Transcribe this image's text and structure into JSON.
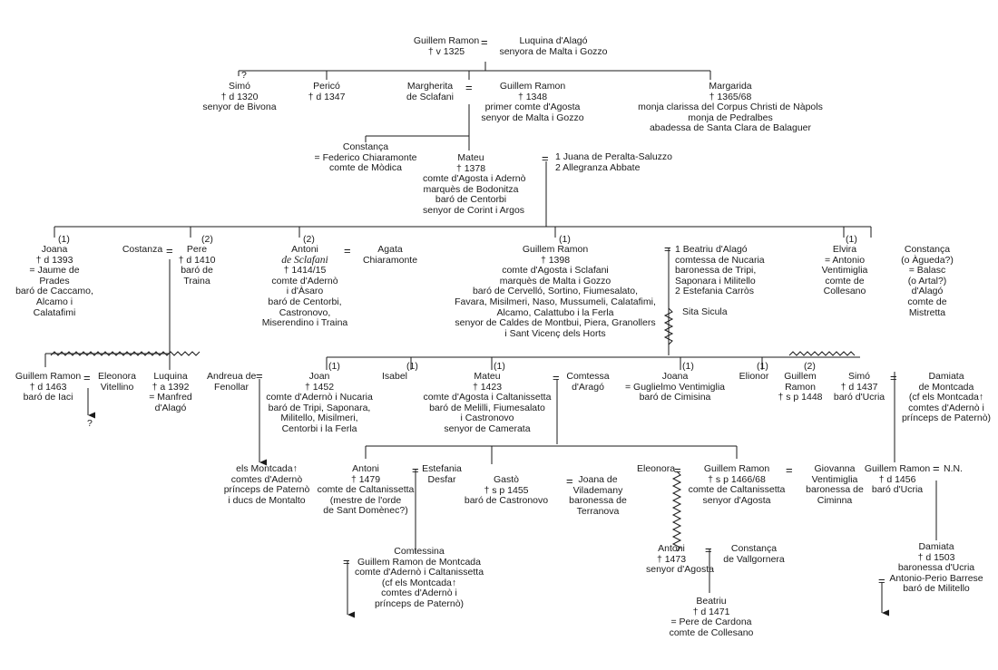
{
  "marks": {
    "question": "?",
    "m1": "(1)",
    "m2": "(2)"
  },
  "people": {
    "root_father": {
      "name": "Guillem Ramon",
      "d": "† v 1325"
    },
    "root_mother": {
      "name": "Luquina d'Alagó",
      "t1": "senyora de Malta i Gozzo"
    },
    "simo": {
      "name": "Simó",
      "d": "† d 1320",
      "t1": "senyor de Bivona"
    },
    "perico": {
      "name": "Pericó",
      "d": "† d 1347"
    },
    "margherita": {
      "name": "Margherita",
      "t1": "de Sclafani"
    },
    "guillem1348": {
      "name": "Guillem Ramon",
      "d": "† 1348",
      "t1": "primer comte d'Agosta",
      "t2": "senyor de Malta i Gozzo"
    },
    "margarida": {
      "name": "Margarida",
      "d": "† 1365/68",
      "t1": "monja clarissa del Corpus Christi de Nàpols",
      "t2": "monja de Pedralbes",
      "t3": "abadessa de Santa Clara de Balaguer"
    },
    "constanca1": {
      "name": "Constança",
      "t1": "= Federico Chiaramonte",
      "t2": "comte de Mòdica"
    },
    "mateu1378": {
      "name": "Mateu",
      "d": "† 1378",
      "t1": "comte d'Agosta i Adernò",
      "t2": "marquès de Bodonitza",
      "t3": "baró de Centorbi",
      "t4": "senyor de Corint i Argos",
      "spouse1": "1 Juana de Peralta-Saluzzo",
      "spouse2": "2 Allegranza Abbate"
    },
    "joana1393": {
      "name": "Joana",
      "d": "† d 1393",
      "t1": "= Jaume de",
      "t2": "Prades",
      "t3": "baró de Caccamo,",
      "t4": "Alcamo i",
      "t5": "Calatafimi"
    },
    "costanza": {
      "name": "Costanza"
    },
    "pere": {
      "name": "Pere",
      "d": "† d 1410",
      "t1": "baró de",
      "t2": "Traina"
    },
    "antoni1414": {
      "name": "Antoni",
      "surname": "de Sclafani",
      "d": "† 1414/15",
      "t1": "comte d'Adernò",
      "t2": "i d'Àsaro",
      "t3": "baró de Centorbi,",
      "t4": "Castronovo,",
      "t5": "Miserendino i Traina"
    },
    "agata": {
      "name": "Agata",
      "t1": "Chiaramonte"
    },
    "guillem1398": {
      "name": "Guillem Ramon",
      "d": "† 1398",
      "t1": "comte d'Agosta i Sclafani",
      "t2": "marquès de Malta i Gozzo",
      "t3": "baró de Cervelló, Sortino, Fiumesalato,",
      "t4": "Favara, Misilmeri, Naso, Mussumeli, Calatafimi,",
      "t5": "Alcamo, Calattubo i la Ferla",
      "t6": "senyor de Caldes de Montbui, Piera, Granollers",
      "t7": "i Sant Vicenç dels Horts",
      "spouse1": "1 Beatriu d'Alagó",
      "spouse1_t1": "comtessa de Nucaria",
      "spouse1_t2": "baronessa de Tripi,",
      "spouse1_t3": "Saponara i Militello",
      "spouse2": "2 Estefania Carròs"
    },
    "sita": {
      "name": "Sita Sicula"
    },
    "elvira": {
      "name": "Elvira",
      "t1": "= Antonio",
      "t2": "Ventimiglia",
      "t3": "comte de",
      "t4": "Collesano"
    },
    "constanca2": {
      "name": "Constança",
      "t1": "(o Àgueda?)",
      "t2": "= Balasc",
      "t3": "(o Artal?)",
      "t4": "d'Alagó",
      "t5": "comte de",
      "t6": "Mistretta"
    },
    "guillem1463": {
      "name": "Guillem Ramon",
      "d": "† d 1463",
      "t1": "baró de Iaci"
    },
    "eleonora1": {
      "name": "Eleonora",
      "t1": "Vitellino"
    },
    "luquina": {
      "name": "Luquina",
      "d": "† a 1392",
      "t1": "= Manfred",
      "t2": "d'Alagó"
    },
    "andreua": {
      "name": "Andreua de",
      "t1": "Fenollar"
    },
    "joan": {
      "name": "Joan",
      "d": "† 1452",
      "t1": "comte d'Adernò i Nucaria",
      "t2": "baró de Tripi, Saponara,",
      "t3": "Militello, Misilmeri,",
      "t4": "Centorbi i la Ferla"
    },
    "isabel": {
      "name": "Isabel"
    },
    "mateu1423": {
      "name": "Mateu",
      "d": "† 1423",
      "t1": "comte d'Agosta i Caltanissetta",
      "t2": "baró de Melilli, Fiumesalato",
      "t3": "i Castronovo",
      "t4": "senyor de Camerata"
    },
    "comtessa": {
      "name": "Comtessa",
      "t1": "d'Aragó"
    },
    "joana2": {
      "name": "Joana",
      "t1": "= Guglielmo Ventimiglia",
      "t2": "baró de Cimisina"
    },
    "elionor": {
      "name": "Elionor"
    },
    "guillem1448": {
      "name": "Guillem",
      "t1": "Ramon",
      "t2": "† s p 1448"
    },
    "simo1437": {
      "name": "Simó",
      "d": "† d 1437",
      "t1": "baró d'Ucria"
    },
    "damiata1": {
      "name": "Damiata",
      "t1": "de Montcada",
      "t2": "(cf els Montcada↑",
      "t3": "comtes d'Adernò i",
      "t4": "prínceps de Paternò)"
    },
    "montcada1": {
      "t1": "els Montcada↑",
      "t2": "comtes d'Adernò",
      "t3": "prínceps de Paternò",
      "t4": "i ducs de Montalto"
    },
    "antoni1479": {
      "name": "Antoni",
      "d": "† 1479",
      "t1": "comte de Caltanissetta",
      "t2": "(mestre de l'orde",
      "t3": "de Sant Domènec?)"
    },
    "estefania": {
      "name": "Estefania",
      "t1": "Desfar"
    },
    "gasto": {
      "name": "Gastò",
      "t1": "† s p 1455",
      "t2": "baró de Castronovo"
    },
    "joana3": {
      "name": "Joana de",
      "t1": "Vilademany",
      "t2": "baronessa de",
      "t3": "Terranova"
    },
    "eleonora2": {
      "name": "Eleonora"
    },
    "guillem1466": {
      "name": "Guillem Ramon",
      "t1": "† s p 1466/68",
      "t2": "comte de Caltanissetta",
      "t3": "senyor d'Agosta"
    },
    "giovanna": {
      "name": "Giovanna",
      "t1": "Ventimiglia",
      "t2": "baronessa de",
      "t3": "Ciminna"
    },
    "guillem1456": {
      "name": "Guillem Ramon",
      "d": "† d 1456",
      "t1": "baró d'Ucria"
    },
    "nn": {
      "name": "N.N."
    },
    "comtessina": {
      "name": "Comtessina",
      "t1": "Guillem Ramon de Montcada",
      "t2": "comte d'Adernò i Caltanissetta",
      "t3": "(cf els Montcada↑",
      "t4": "comtes d'Adernò i",
      "t5": "prínceps de Paternò)"
    },
    "antoni1473": {
      "name": "Antoni",
      "d": "† 1473",
      "t1": "senyor d'Agosta"
    },
    "constanca3": {
      "name": "Constança",
      "t1": "de Vallgornera"
    },
    "beatriu": {
      "name": "Beatriu",
      "d": "† d 1471",
      "t1": "= Pere de Cardona",
      "t2": "comte de Collesano"
    },
    "damiata2": {
      "name": "Damiata",
      "d": "† d 1503",
      "t1": "baronessa d'Ucria",
      "t2": "Antonio-Perio Barrese",
      "t3": "baró de Militello"
    }
  }
}
